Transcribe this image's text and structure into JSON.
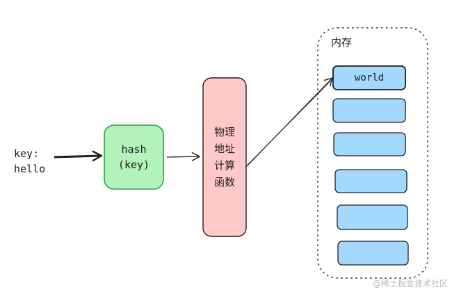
{
  "input": {
    "label": "key:\nhello"
  },
  "hash_box": {
    "label": "hash\n(key)",
    "fill": "#b2f2bb",
    "stroke": "#2f9e44"
  },
  "calc_box": {
    "lines": [
      "物理",
      "地址",
      "计算",
      "函数"
    ],
    "fill": "#ffc9c9",
    "stroke": "#1e1e1e"
  },
  "memory": {
    "title": "内存",
    "slots": [
      {
        "label": "world"
      },
      {
        "label": ""
      },
      {
        "label": ""
      },
      {
        "label": ""
      },
      {
        "label": ""
      },
      {
        "label": ""
      }
    ],
    "slot_fill": "#a5d8ff",
    "slot_stroke": "#1e1e1e"
  },
  "watermark": "@稀土掘金技术社区"
}
